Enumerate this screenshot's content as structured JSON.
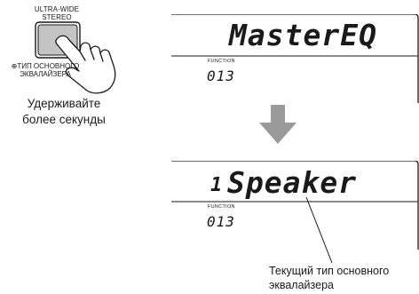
{
  "button": {
    "caption_line1": "ULTRA-WIDE",
    "caption_line2": "STEREO",
    "function_line1": "⊕ТИП ОСНОВНОГО",
    "function_line2": "ЭКВАЛАЙЗЕРА"
  },
  "instruction": {
    "line1": "Удерживайте",
    "line2": "более секунды"
  },
  "display_top": {
    "main_text": "MasterEQ",
    "function_label": "FUNCTION",
    "number": "013"
  },
  "display_bottom": {
    "index": "1",
    "main_text": "Speaker",
    "function_label": "FUNCTION",
    "number": "013"
  },
  "callout": {
    "line1": "Текущий тип основного",
    "line2": "эквалайзера"
  },
  "colors": {
    "button_fill": "#c4c4c4",
    "arrow": "#9a9a9a",
    "ink": "#1a1a1a"
  },
  "icons": {
    "hand": "hand-press-icon",
    "arrow": "arrow-down-icon"
  }
}
